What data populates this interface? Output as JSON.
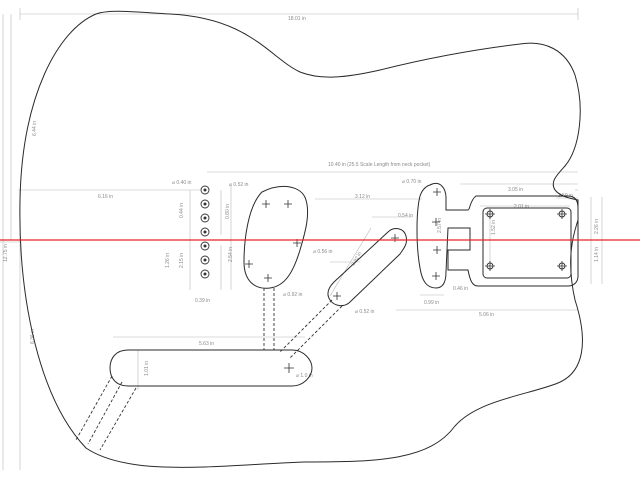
{
  "drawing": {
    "overall_width": "18.01 in",
    "body_height_upper": "6.44 in",
    "body_height_lower": "6.36 in",
    "body_total_height": "12.75 in",
    "scale_length": "10.40 in (25.5 Scale Length from neck pocket)",
    "tuner_offset_left": "6.16 in",
    "knob_diameter": "⌀ 0.40 in",
    "knob_spacing": "0.44 in",
    "knob_row_height": "0.80 in",
    "knob_lower_spacing": "1.26 in",
    "knob_total": "2.15 in",
    "knob_row_width": "0.39 in",
    "pickup_hole_diameter": "⌀ 0.52 in",
    "neck_pickup_height": "2.54 in",
    "neck_pickup_hole": "⌀ 0.56 in",
    "pickup_lower_hole": "⌀ 0.92 in",
    "slot_to_bridge": "3.12 in",
    "bridge_hole_diameter": "⌀ 0.70 in",
    "bridge_slot_width": "0.54 in",
    "bridge_slot_length": "2.57 in",
    "control_slot_length": "2.92 in",
    "control_lower_hole": "⌀ 0.52 in",
    "neck_pocket_offset": "3.05 in",
    "neck_pocket_end": "1.59 in",
    "neck_pocket_width": "2.01 in",
    "neck_pocket_height": "2.26 in",
    "neck_pocket_inner": "1.52 in",
    "neck_pocket_half": "1.14 in",
    "bridge_small_1": "0.46 in",
    "bridge_small_2": "0.99 in",
    "bridge_to_pocket": "5.06 in",
    "control_cavity_width": "5.63 in",
    "control_cavity_height": "1.01 in",
    "control_cavity_hole": "⌀ 1.0 in"
  }
}
